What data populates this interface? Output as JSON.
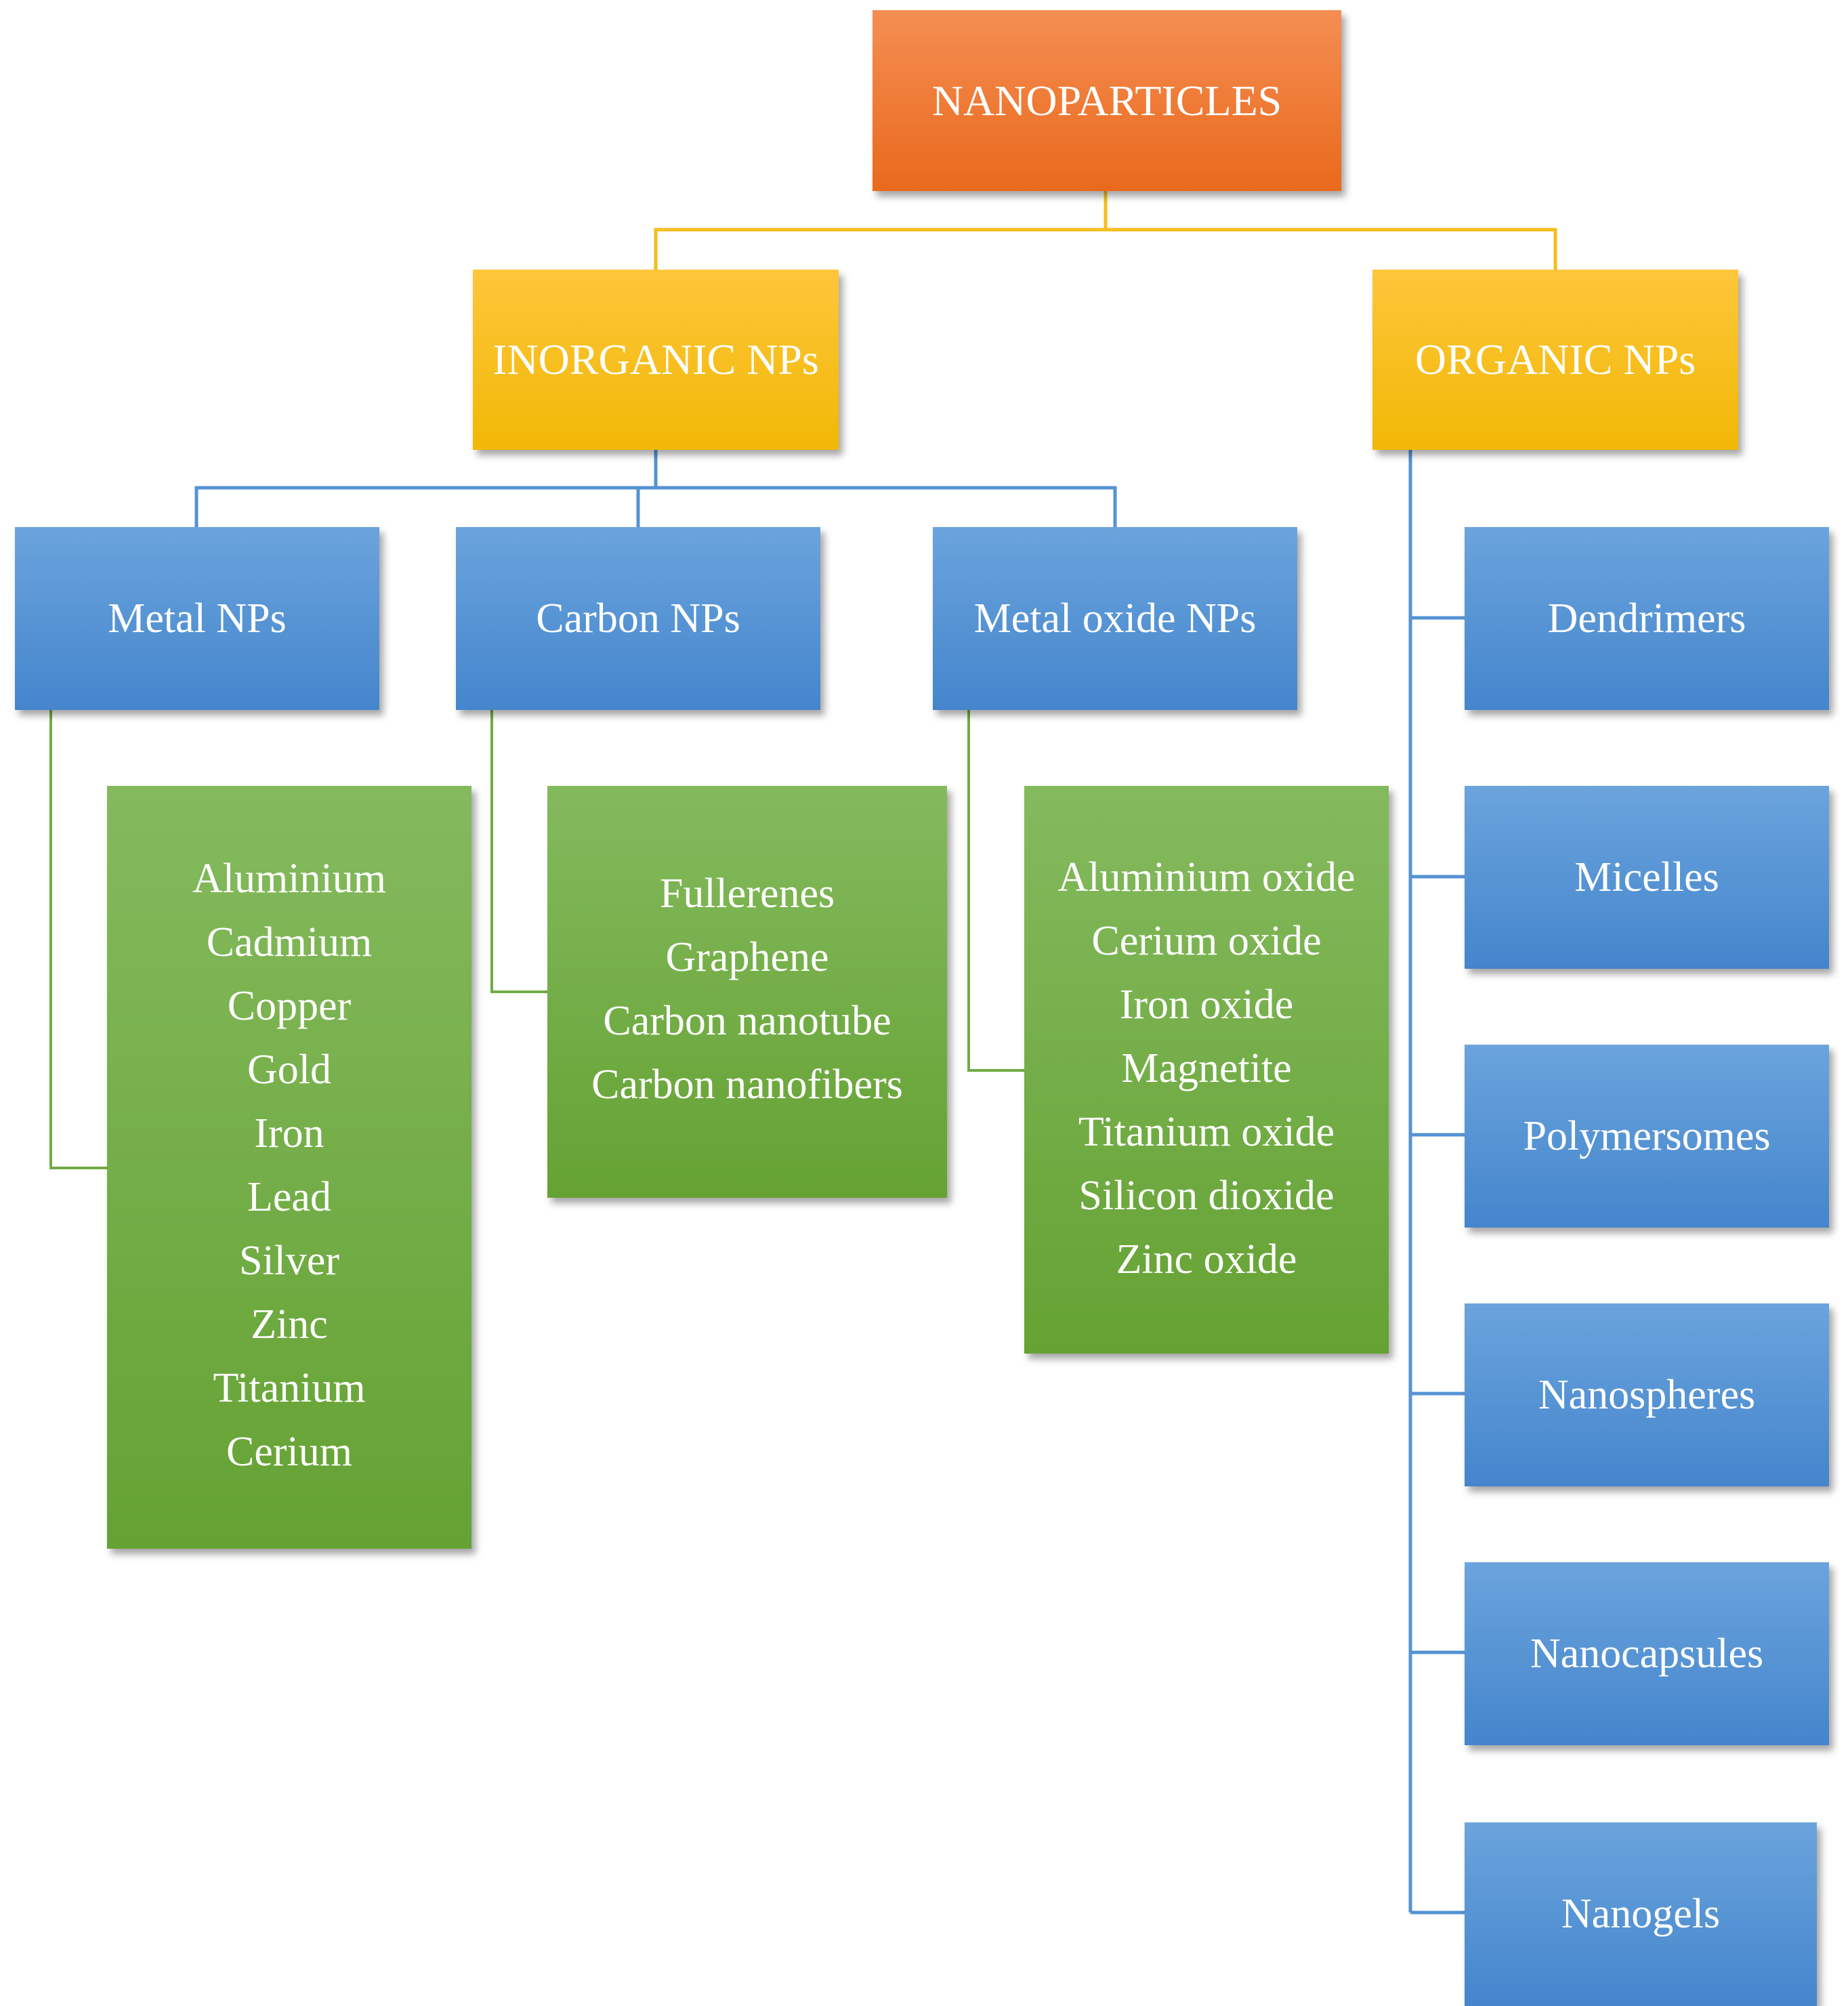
{
  "root": {
    "label": "NANOPARTICLES"
  },
  "inorganic": {
    "label": "INORGANIC NPs",
    "metal": {
      "label": "Metal NPs",
      "items": [
        "Aluminium",
        "Cadmium",
        "Copper",
        "Gold",
        "Iron",
        "Lead",
        "Silver",
        "Zinc",
        "Titanium",
        "Cerium"
      ]
    },
    "carbon": {
      "label": "Carbon NPs",
      "items": [
        "Fullerenes",
        "Graphene",
        "Carbon nanotube",
        "Carbon nanofibers"
      ]
    },
    "metal_oxide": {
      "label": "Metal oxide NPs",
      "items": [
        "Aluminium oxide",
        "Cerium oxide",
        "Iron oxide",
        "Magnetite",
        "Titanium oxide",
        "Silicon dioxide",
        "Zinc oxide"
      ]
    }
  },
  "organic": {
    "label": "ORGANIC NPs",
    "items": [
      "Dendrimers",
      "Micelles",
      "Polymersomes",
      "Nanospheres",
      "Nanocapsules",
      "Nanogels"
    ]
  },
  "colors": {
    "root": "#ec7430",
    "level1": "#f6bd1c",
    "level2": "#5592d4",
    "leaf": "#72ab45",
    "connector_yellow": "#f6bd1c",
    "connector_blue": "#5592d4",
    "connector_green": "#72ab45"
  }
}
